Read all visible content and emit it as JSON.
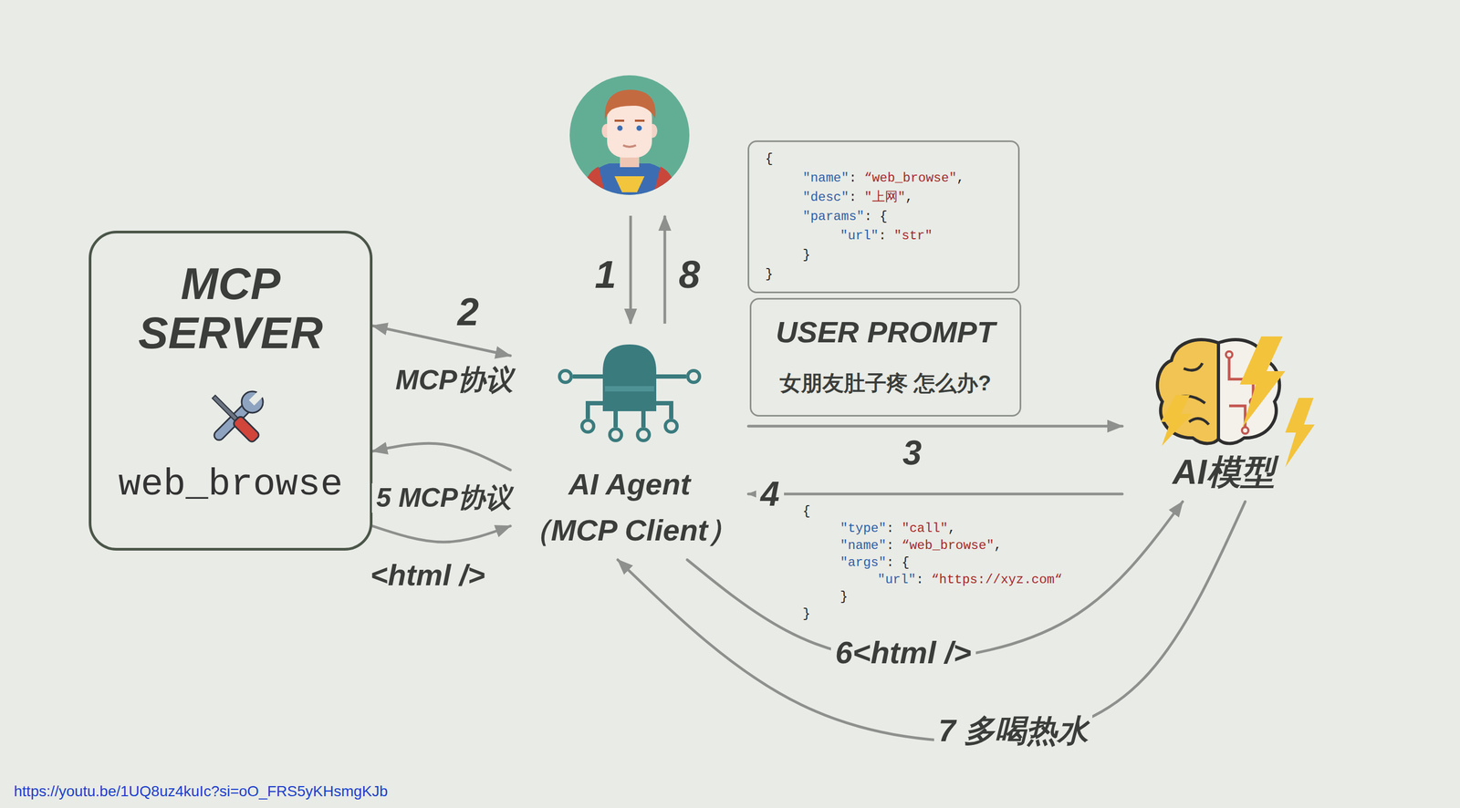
{
  "diagram": {
    "nodes": [
      {
        "text": [
          "MCP SERVER",
          "web_browse"
        ]
      },
      {
        "text": [
          "{",
          "\"name\": “web_browse\",",
          "\"desc\": \"上网\",",
          "\"params\": {",
          "\"url\": \"str\"",
          "}",
          "}"
        ]
      },
      {
        "text": [
          "USER PROMPT",
          "女朋友肚子疼 怎么办?"
        ]
      },
      {
        "text": [
          "AI Agent",
          "（MCP Client）"
        ]
      },
      {
        "text": [
          "AI模型"
        ]
      }
    ],
    "edges": [
      {
        "from": 3,
        "to": 0,
        "arrow": "both",
        "label": "2"
      },
      {
        "from": 3,
        "to": 0,
        "arrow": "to",
        "label": "5 MCP协议"
      },
      {
        "from": 0,
        "to": 3,
        "arrow": "to",
        "label": "<html />"
      },
      {
        "from": 3,
        "to": 4,
        "arrow": "to",
        "label": "3"
      },
      {
        "from": 4,
        "to": 3,
        "arrow": "to",
        "label": "4"
      },
      {
        "from": 3,
        "to": 4,
        "arrow": "to",
        "label": "6<html />"
      },
      {
        "from": 4,
        "to": 3,
        "arrow": "to",
        "label": "7 多喝热水"
      }
    ],
    "labels": [
      "1",
      "8",
      "MCP协议",
      "{",
      "\"type\": \"call\",",
      "\"name\": “web_browse\",",
      "\"args\": {",
      "\"url\": “https://xyz.com“",
      "}",
      "}",
      "https://youtu.be/1UQ8uz4kuIc?si=oO_FRS5yKHsmgKJb"
    ]
  }
}
